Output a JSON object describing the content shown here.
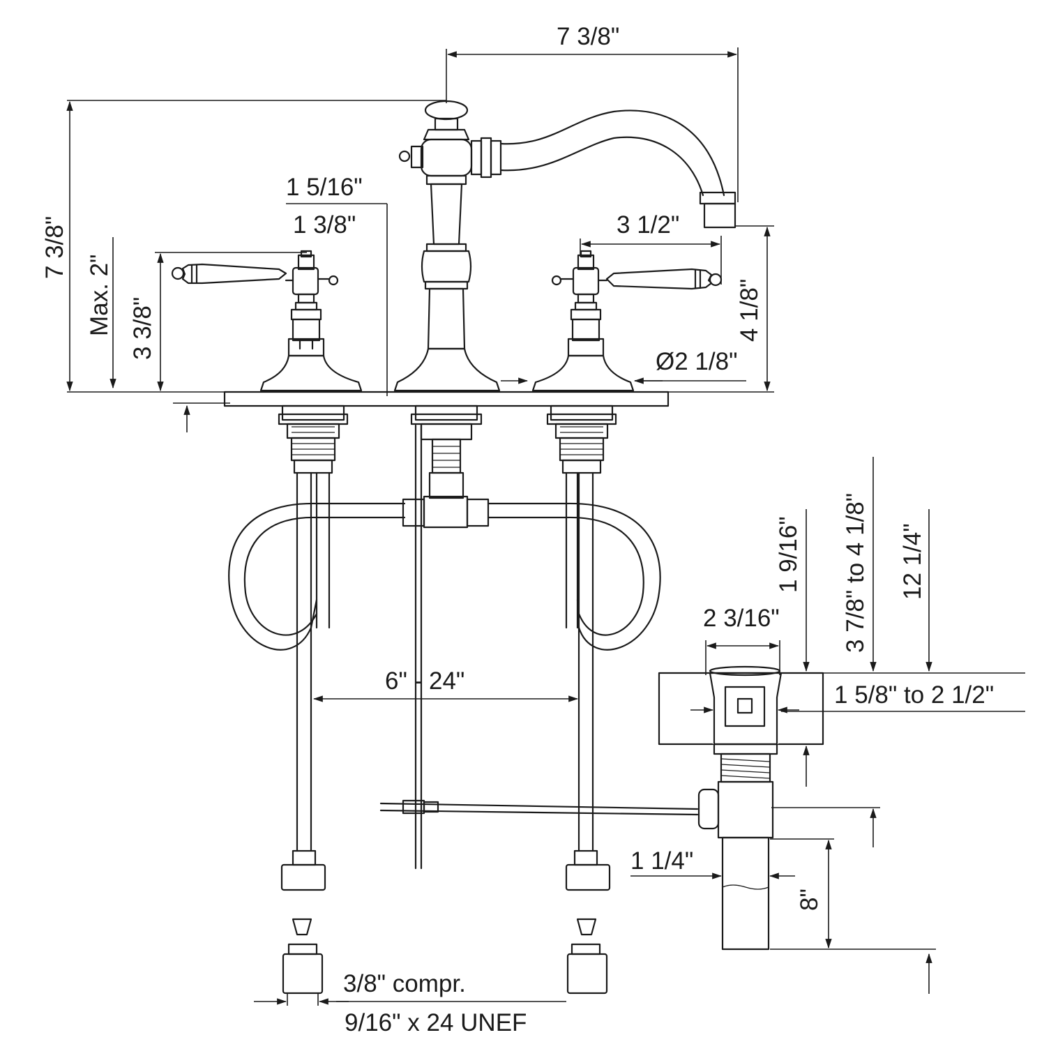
{
  "dimensions": {
    "spout_reach": "7 3/8\"",
    "overall_height": "7 3/8\"",
    "spout_center_a": "1 5/16\"",
    "spout_center_b": "1 3/8\"",
    "max_deck": "Max. 2\"",
    "handle_height": "3 3/8\"",
    "handle_width": "3 1/2\"",
    "spout_outlet_height": "4 1/8\"",
    "base_diameter": "Ø2 1/8\"",
    "widespread": "6\" - 24\"",
    "drain_flange": "2 3/16\"",
    "drain_a": "1 9/16\"",
    "drain_b": "3 7/8\" to 4 1/8\"",
    "drain_c": "12 1/4\"",
    "drain_thickness": "1 5/8\" to 2 1/2\"",
    "tailpiece_dia": "1 1/4\"",
    "tailpiece_len": "8\"",
    "connection_1": "3/8\" compr.",
    "connection_2": "9/16\" x 24 UNEF"
  },
  "colors": {
    "line": "#1a1a1a",
    "background": "#ffffff"
  }
}
